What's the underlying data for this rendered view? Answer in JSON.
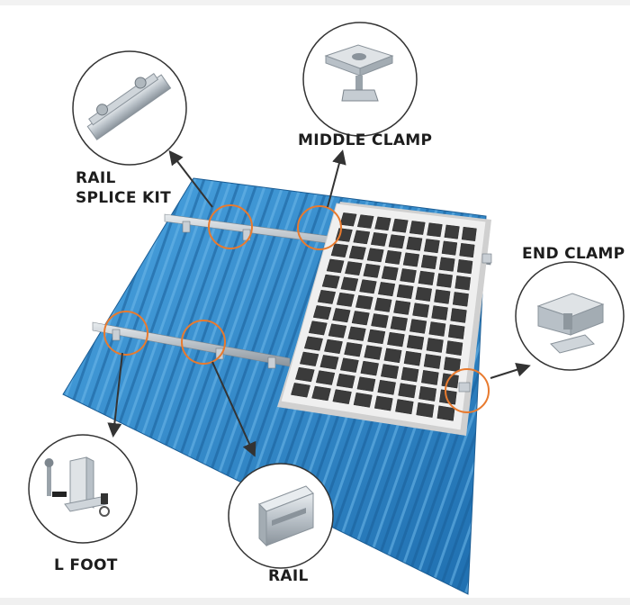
{
  "labels": {
    "middle_clamp": "MIDDLE CLAMP",
    "rail_splice_kit_line1": "RAIL",
    "rail_splice_kit_line2": "SPLICE KIT",
    "end_clamp": "END CLAMP",
    "l_foot": "L FOOT",
    "rail": "RAIL"
  },
  "colors": {
    "roof": "#2f86c9",
    "highlight_circle": "#e87a2e",
    "panel_cell": "#3b3b3b",
    "panel_frame": "#e6e6e6",
    "rail_metal": "#b9bfc6"
  }
}
